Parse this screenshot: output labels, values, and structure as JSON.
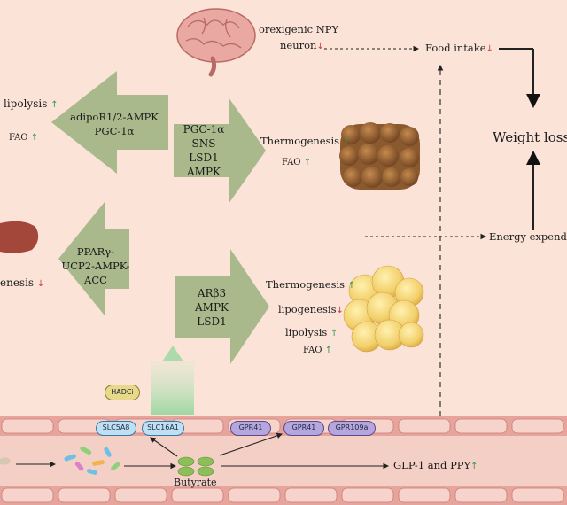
{
  "colors": {
    "background": "#fbe3d8",
    "arrow_green": "#a9b98c",
    "up_arrow": "#2e9a4e",
    "down_arrow": "#d23a3a",
    "transporter_blue": "#bfe0f2",
    "gpr_purple": "#b7a6dd",
    "hdac_yellow": "#e8d88a",
    "butyrate_green": "#8cbf5a",
    "tissue_red": "#e7a49c"
  },
  "icons": [
    "brain-icon",
    "brown-adipose-icon",
    "white-adipose-icon",
    "liver-icon",
    "bacteria-icon",
    "butyrate-icon"
  ],
  "brain": {
    "npy_line1": "orexigenic NPY",
    "npy_line2": "neuron",
    "npy_arrow": "↓"
  },
  "food_intake": {
    "label": "Food intake",
    "arrow": "↓"
  },
  "weight_loss": "Weight loss",
  "energy_expenditure": "Energy expendi",
  "white_fat_left": {
    "arrow_text": [
      "adipoR1/2-AMPK",
      "PGC-1α"
    ],
    "lipolysis": "lipolysis",
    "lipolysis_arrow": "↑",
    "fao": "FAO",
    "fao_arrow": "↑"
  },
  "brown_fat": {
    "arrow_text": [
      "PGC-1α",
      "SNS",
      "LSD1",
      "AMPK"
    ],
    "thermogenesis": "Thermogenesis",
    "thermogenesis_arrow": "↑",
    "fao": "FAO",
    "fao_arrow": "↑"
  },
  "liver": {
    "arrow_text": [
      "PPARγ-",
      "UCP2-AMPK-ACC"
    ],
    "genesis": "enesis",
    "genesis_arrow": "↓"
  },
  "white_fat_right": {
    "arrow_text": [
      "ARβ3",
      "AMPK",
      "LSD1"
    ],
    "thermogenesis": "Thermogenesis",
    "thermogenesis_arrow": "↑",
    "lipogenesis": "lipogenesis",
    "lipogenesis_arrow": "↓",
    "lipolysis": "lipolysis",
    "lipolysis_arrow": "↑",
    "fao": "FAO",
    "fao_arrow": "↑"
  },
  "gut": {
    "hdaci": "HADCi",
    "transporters": [
      "SLC5A8",
      "SLC16A1"
    ],
    "receptors": [
      "GPR41",
      "GPR41",
      "GPR109a"
    ],
    "butyrate": "Butyrate",
    "glp": "GLP-1 and PPY",
    "glp_arrow": "↑"
  }
}
